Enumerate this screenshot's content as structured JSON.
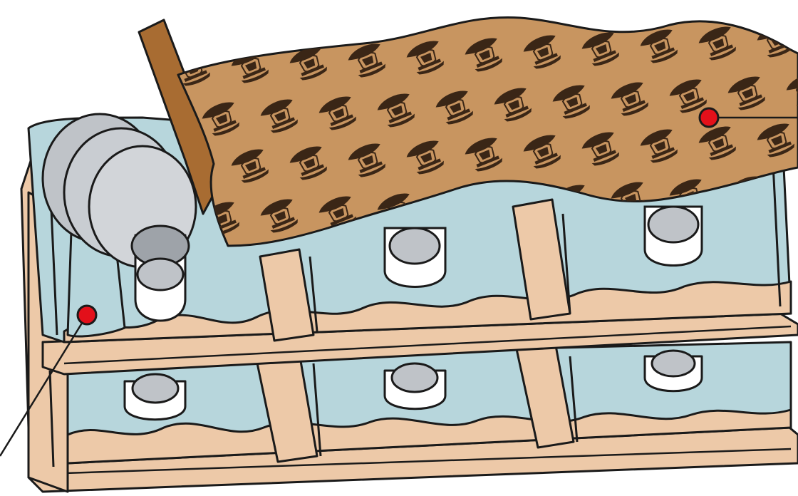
{
  "diagram": {
    "subject": "stacked-pallet-with-coils-and-vci-paper",
    "callouts": [
      {
        "id": "vci-paper-cover"
      },
      {
        "id": "tray-liner"
      }
    ],
    "colors": {
      "outline": "#1a1a1a",
      "pallet_tan": "#edc9a8",
      "tray_blue": "#b7d6dc",
      "coil_gray": "#bfc3c8",
      "coil_gray_dark": "#9ea3a9",
      "paper_tan": "#c89560",
      "paper_edge": "#a86c32",
      "paper_print": "#3a2616",
      "callout_dot": "#e3101a"
    }
  }
}
